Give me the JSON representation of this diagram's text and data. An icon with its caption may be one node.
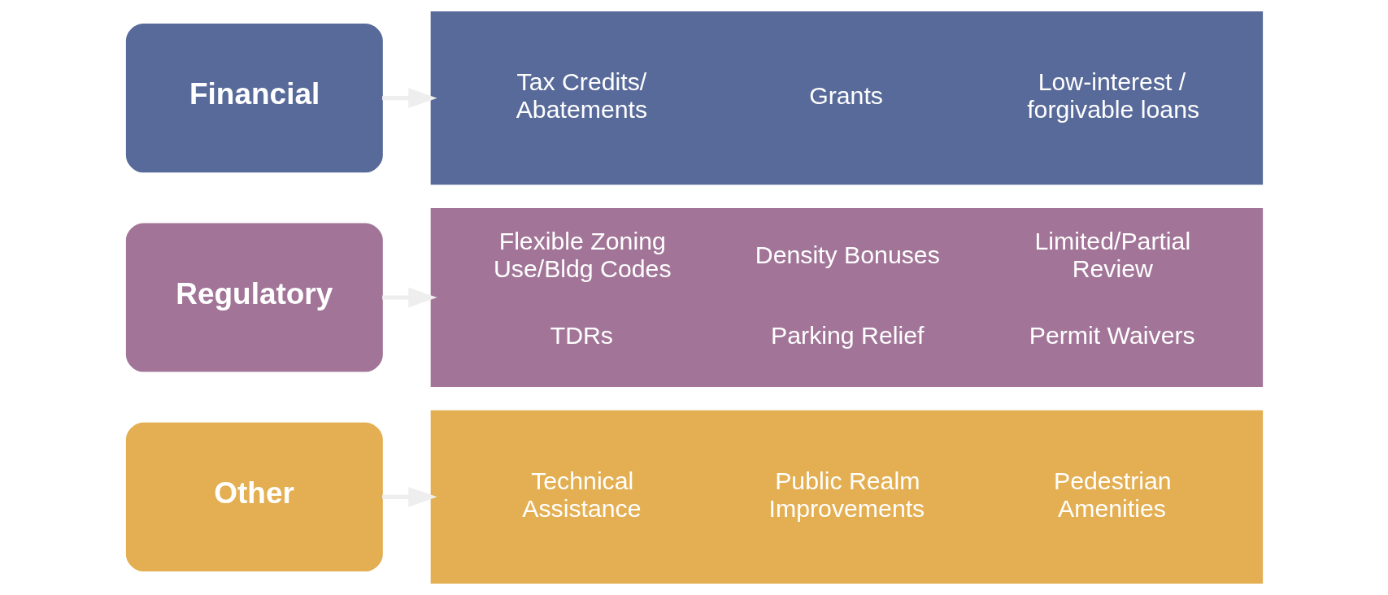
{
  "diagram": {
    "nodes": [
      {
        "text": [
          "Financial"
        ]
      },
      {
        "text": [
          "Tax Credits/ Abatements",
          "Grants",
          "Low-interest / forgivable loans"
        ]
      },
      {
        "text": [
          "Regulatory"
        ]
      },
      {
        "text": [
          "Flexible Zoning Use/Bldg Codes",
          "Density Bonuses",
          "Limited/Partial Review",
          "TDRs",
          "Parking Relief",
          "Permit Waivers"
        ]
      },
      {
        "text": [
          "Other"
        ]
      },
      {
        "text": [
          "Technical Assistance",
          "Public Realm Improvements",
          "Pedestrian Amenities"
        ]
      }
    ],
    "edges": [
      {
        "from": 0,
        "to": 1,
        "arrow": "to"
      },
      {
        "from": 2,
        "to": 3,
        "arrow": "to"
      },
      {
        "from": 4,
        "to": 5,
        "arrow": "to"
      }
    ]
  }
}
